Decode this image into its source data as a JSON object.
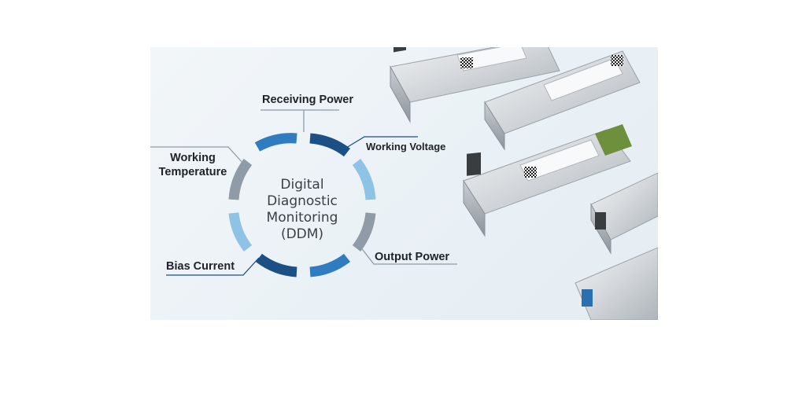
{
  "center": {
    "line1": "Digital",
    "line2": "Diagnostic",
    "line3": "Monitoring",
    "line4": "(DDM)"
  },
  "parameters": {
    "receiving_power": "Receiving Power",
    "working_voltage": "Working Voltage",
    "working_temperature_1": "Working",
    "working_temperature_2": "Temperature",
    "output_power": "Output Power",
    "bias_current": "Bias Current"
  },
  "colors": {
    "dark_blue": "#1c4f86",
    "mid_blue": "#2f7cc0",
    "light_blue": "#8ec3e6",
    "gray": "#8f9ba6",
    "background": "#eef3f7"
  }
}
